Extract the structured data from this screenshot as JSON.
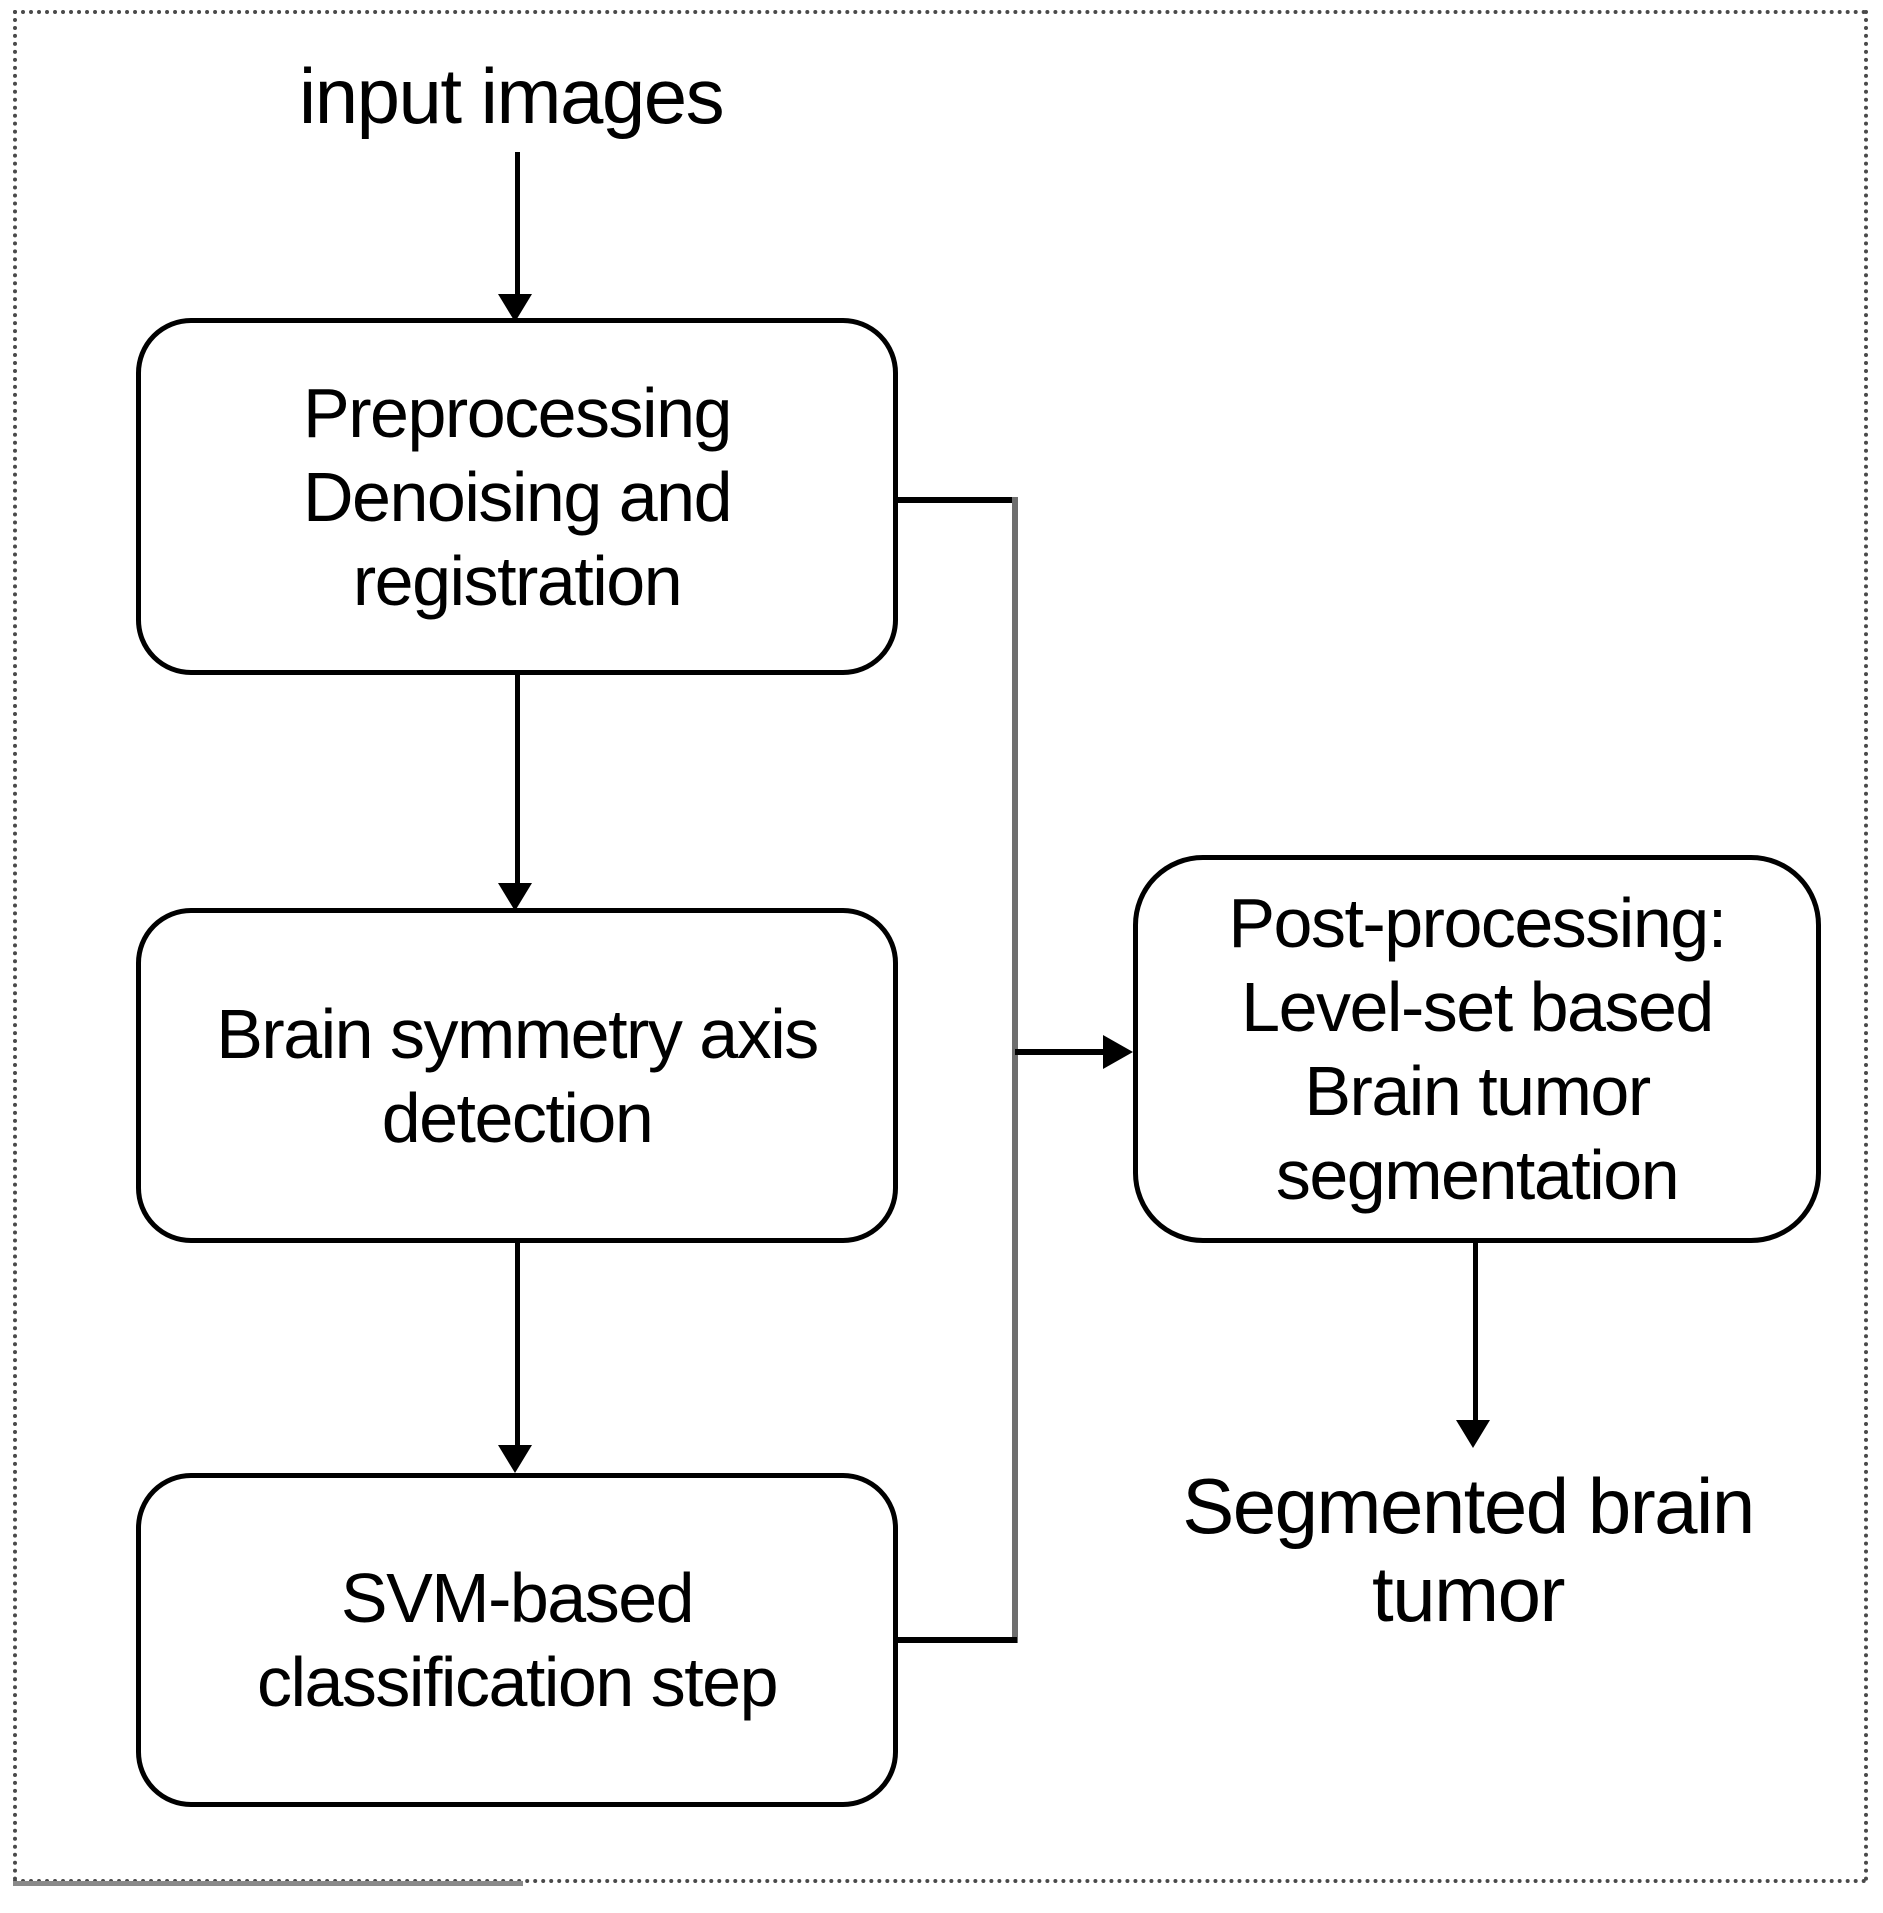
{
  "figure": {
    "background": "#ffffff",
    "border_color": "#4a4a4a",
    "line_color": "#000000",
    "connector_color": "#6e6e6e",
    "text_color": "#000000"
  },
  "labels": {
    "input": "input images",
    "output": "Segmented brain\ntumor"
  },
  "nodes": {
    "preprocessing": "Preprocessing\nDenoising and\nregistration",
    "symmetry": "Brain symmetry axis\ndetection",
    "svm": "SVM-based\nclassification step",
    "postprocessing": "Post-processing:\nLevel-set based\nBrain tumor\nsegmentation"
  }
}
